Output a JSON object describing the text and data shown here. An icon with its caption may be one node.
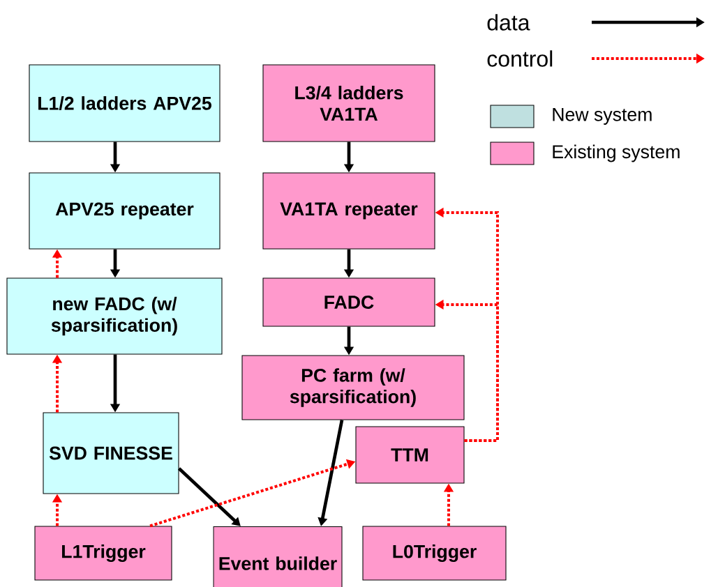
{
  "diagram": {
    "nodes": [
      {
        "text": [
          "L1/2 ladders APV25"
        ]
      },
      {
        "text": [
          "APV25 repeater"
        ]
      },
      {
        "text": [
          "new FADC (w/ sparsification)"
        ]
      },
      {
        "text": [
          "SVD FINESSE"
        ]
      },
      {
        "text": [
          "L1Trigger"
        ]
      },
      {
        "text": [
          "L3/4 ladders VA1TA"
        ]
      },
      {
        "text": [
          "VA1TA repeater"
        ]
      },
      {
        "text": [
          "FADC"
        ]
      },
      {
        "text": [
          "PC farm (w/ sparsification)"
        ]
      },
      {
        "text": [
          "TTM"
        ]
      },
      {
        "text": [
          "Event builder"
        ]
      },
      {
        "text": [
          "L0Trigger"
        ]
      }
    ],
    "edges": [
      {
        "from": 0,
        "to": 1,
        "arrow": "to"
      },
      {
        "from": 1,
        "to": 2,
        "arrow": "to"
      },
      {
        "from": 2,
        "to": 3,
        "arrow": "to"
      },
      {
        "from": 5,
        "to": 6,
        "arrow": "to"
      },
      {
        "from": 6,
        "to": 7,
        "arrow": "to"
      },
      {
        "from": 7,
        "to": 8,
        "arrow": "to"
      },
      {
        "from": 8,
        "to": 10,
        "arrow": "to"
      },
      {
        "from": 3,
        "to": 10,
        "arrow": "to"
      },
      {
        "from": 2,
        "to": 1,
        "arrow": "to",
        "style": "dashed",
        "color": "#ff0000"
      },
      {
        "from": 3,
        "to": 2,
        "arrow": "to",
        "style": "dashed",
        "color": "#ff0000"
      },
      {
        "from": 4,
        "to": 3,
        "arrow": "to",
        "style": "dashed",
        "color": "#ff0000"
      },
      {
        "from": 4,
        "to": 9,
        "arrow": "to",
        "style": "dashed",
        "color": "#ff0000"
      },
      {
        "from": 11,
        "to": 9,
        "arrow": "to",
        "style": "dashed",
        "color": "#ff0000"
      },
      {
        "from": 9,
        "to": 6,
        "arrow": "to",
        "style": "dashed",
        "color": "#ff0000"
      },
      {
        "from": 9,
        "to": 7,
        "arrow": "to",
        "style": "dashed",
        "color": "#ff0000"
      }
    ],
    "legend": [
      {
        "text": "data"
      },
      {
        "text": "control"
      },
      {
        "text": "New system",
        "color": "#bfe0e0"
      },
      {
        "text": "Existing system",
        "color": "#ff99cc"
      }
    ]
  }
}
